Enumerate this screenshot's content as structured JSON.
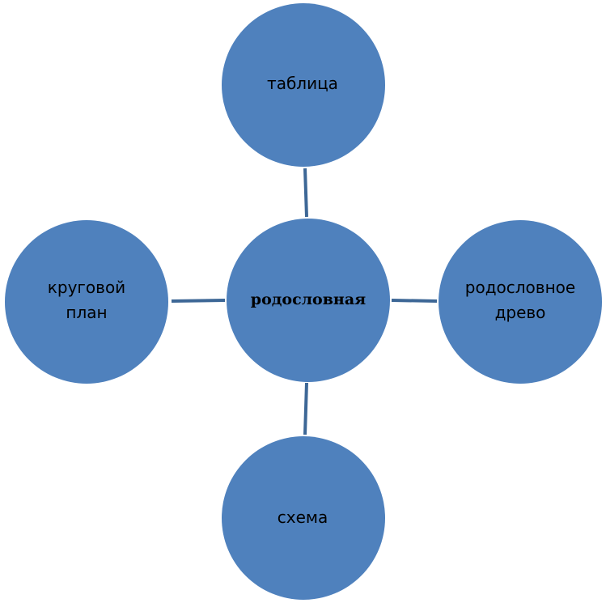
{
  "diagram": {
    "center": {
      "label": "родословная"
    },
    "nodes": {
      "top": {
        "label": "таблица"
      },
      "left": {
        "line1": "круговой",
        "line2": "план"
      },
      "right": {
        "line1": "родословное",
        "line2": "древо"
      },
      "bottom": {
        "label": "схема"
      }
    },
    "colors": {
      "circle_fill": "#4f81bd",
      "connector": "#3d6796",
      "text": "#000000",
      "background": "#ffffff"
    }
  }
}
